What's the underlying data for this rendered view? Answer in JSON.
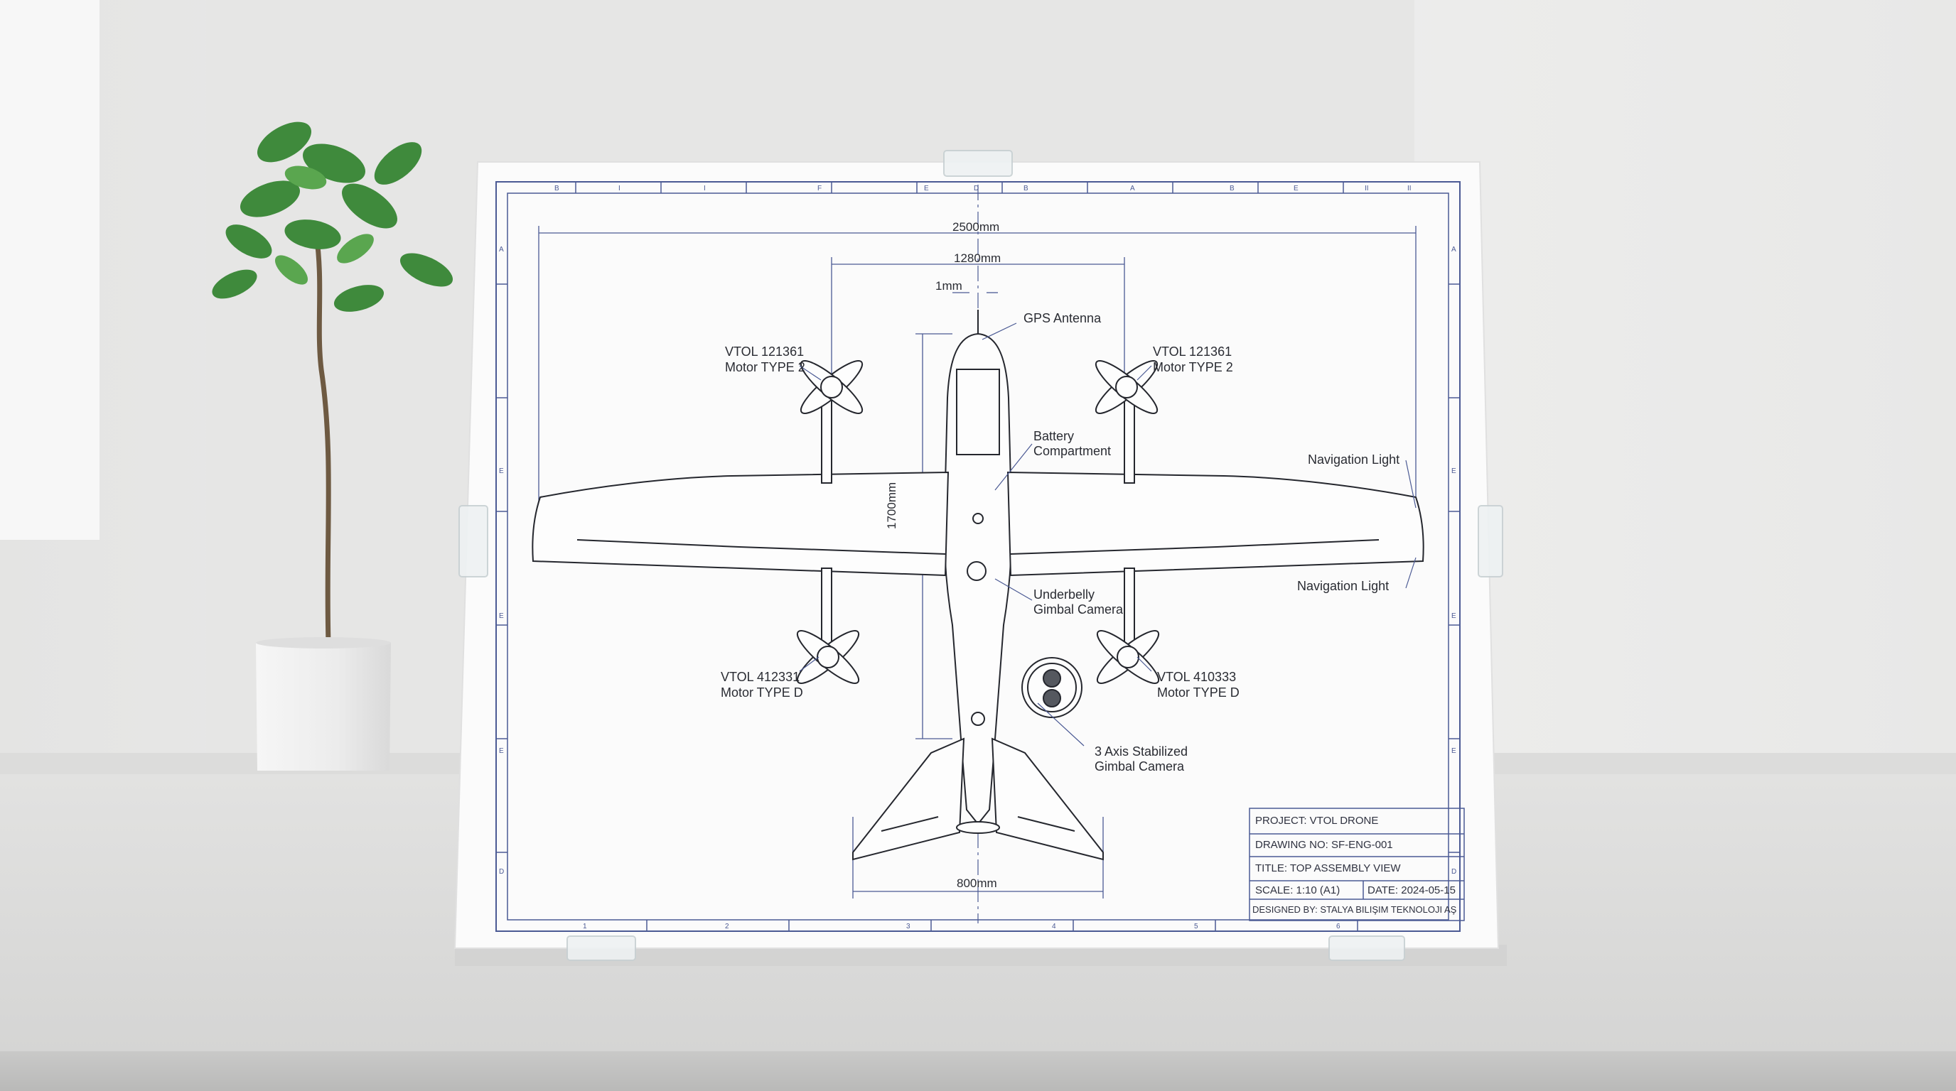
{
  "drawing": {
    "dimensions": {
      "overall_span": "2500mm",
      "rotor_span": "1280mm",
      "antenna_width": "1mm",
      "length": "1700mm",
      "tail_span": "800mm"
    },
    "callouts": {
      "gps_antenna": "GPS Antenna",
      "battery": [
        "Battery",
        "Compartment"
      ],
      "nav_light_top": "Navigation Light",
      "nav_light_bottom": "Navigation Light",
      "underbelly": [
        "Underbelly",
        "Gimbal Camera"
      ],
      "gimbal_detail": [
        "3 Axis Stabilized",
        "Gimbal Camera"
      ],
      "motor_top_left": [
        "VTOL 121361",
        "Motor TYPE 2"
      ],
      "motor_top_right": [
        "VTOL 121361",
        "Motor TYPE 2"
      ],
      "motor_bottom_left": [
        "VTOL 412331",
        "Motor TYPE D"
      ],
      "motor_bottom_right": [
        "VTOL 410333",
        "Motor TYPE D"
      ]
    },
    "border_letters": {
      "top": [
        "B",
        "I",
        "I",
        "F",
        "E",
        "D",
        "B",
        "A",
        "B",
        "E",
        "II",
        "II"
      ],
      "bottom": [
        "1",
        "2",
        "3",
        "4",
        "5",
        "6"
      ],
      "left": [
        "A",
        "E",
        "E",
        "E",
        "D"
      ],
      "right": [
        "A",
        "E",
        "E",
        "E",
        "D"
      ]
    },
    "title_block": {
      "project": "PROJECT: VTOL DRONE",
      "drawing_no": "DRAWING NO: SF-ENG-001",
      "title": "TITLE: TOP ASSEMBLY VIEW",
      "scale": "SCALE: 1:10 (A1)",
      "date": "DATE: 2024-05-15",
      "designed_by": "DESIGNED BY: STALYA BILIŞIM TEKNOLOJI AŞ"
    }
  },
  "colors": {
    "wall": "#ececeb",
    "paper": "#fbfbfb",
    "border_blue": "#4b5a94",
    "ink": "#2a2c33",
    "plant_green": "#3f8a3c"
  }
}
